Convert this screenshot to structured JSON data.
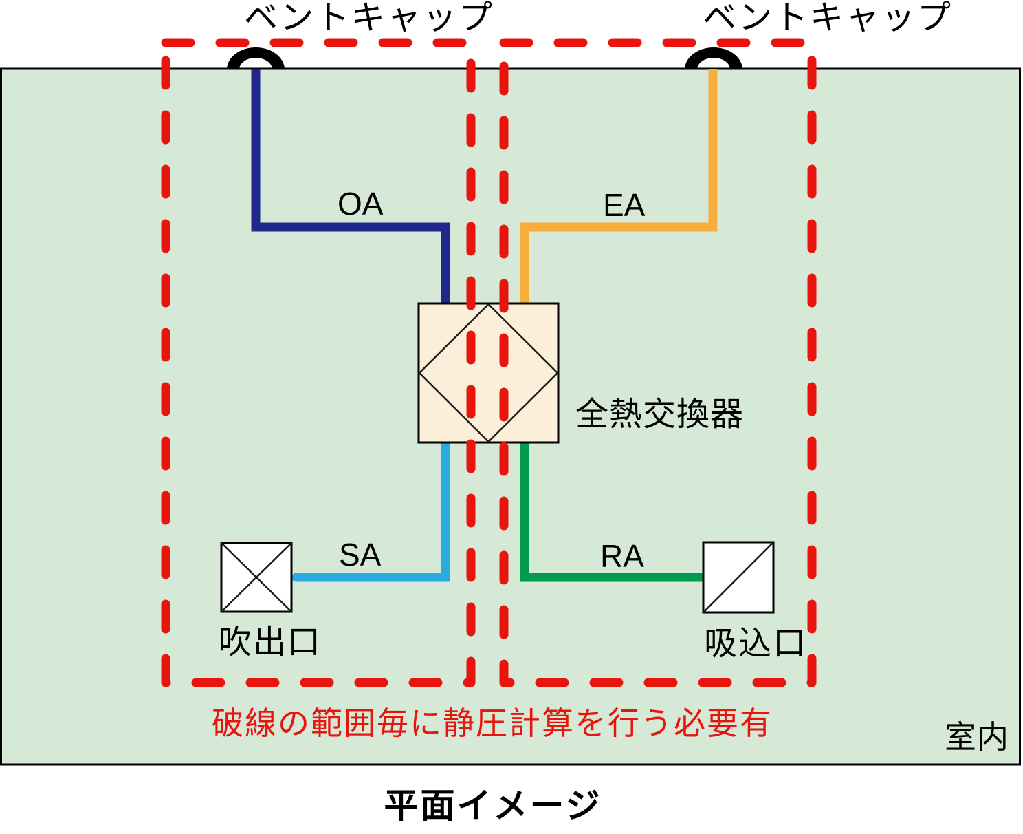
{
  "diagram": {
    "title": "平面イメージ",
    "room_label": "室内",
    "note": "破線の範囲毎に静圧計算を行う必要有",
    "vent_cap_left_label": "ベントキャップ",
    "vent_cap_right_label": "ベントキャップ",
    "heat_exchanger_label": "全熱交換器",
    "supply_outlet_label": "吹出口",
    "return_inlet_label": "吸込口",
    "ducts": {
      "oa_label": "OA",
      "ea_label": "EA",
      "sa_label": "SA",
      "ra_label": "RA"
    }
  },
  "colors": {
    "room_fill": "#D6E8D6",
    "room_outline": "#000000",
    "heat_exchanger_fill": "#FBEFD9",
    "dashed_zone_stroke": "#E8150F",
    "note_text": "#E8150F",
    "oa_duct": "#20288C",
    "ea_duct": "#F9AE3B",
    "sa_duct": "#29ABE2",
    "ra_duct": "#009B4C",
    "vent_cap": "#000000"
  }
}
